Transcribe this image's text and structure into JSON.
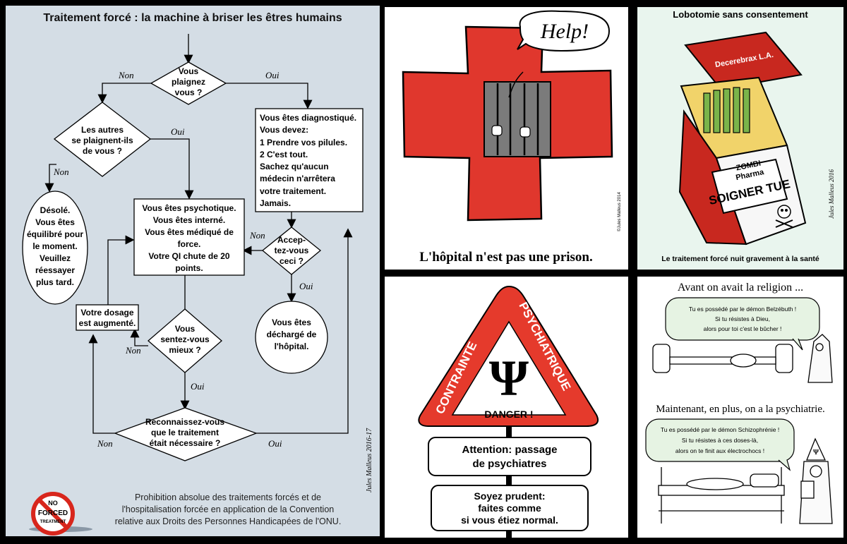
{
  "flowchart": {
    "title": "Traitement forcé : la machine à briser les êtres humains",
    "q1": [
      "Vous",
      "plaignez",
      "vous ?"
    ],
    "q2": [
      "Les autres",
      "se plaignent-ils",
      "de vous ?"
    ],
    "diagnosed": [
      "Vous êtes diagnostiqué.",
      "Vous devez:",
      "1 Prendre vos pilules.",
      "2 C'est tout.",
      "Sachez qu'aucun",
      "médecin n'arrêtera",
      "votre traitement.",
      "Jamais."
    ],
    "sorry": [
      "Désolé.",
      "Vous êtes",
      "équilibré pour",
      "le moment.",
      "Veuillez",
      "réessayer",
      "plus tard."
    ],
    "psychotic": [
      "Vous êtes psychotique.",
      "Vous êtes interné.",
      "Vous êtes médiqué de",
      "force.",
      "Votre QI chute de 20",
      "points."
    ],
    "accept": [
      "Accep-",
      "tez-vous",
      "ceci ?"
    ],
    "discharged": [
      "Vous êtes",
      "déchargé de",
      "l'hôpital."
    ],
    "dosage": [
      "Votre dosage",
      "est augmenté."
    ],
    "q_better": [
      "Vous",
      "sentez-vous",
      "mieux ?"
    ],
    "q_recognize": [
      "Reconnaissez-vous",
      "que le traitement",
      "était nécessaire ?"
    ],
    "label_non": "Non",
    "label_oui": "Oui",
    "signature": "Jules Malleus 2016-17",
    "footer": [
      "Prohibition absolue des traitements forcés et de",
      "l'hospitalisation forcée en application de la Convention",
      "relative aux Droits des Personnes Handicapées de l'ONU."
    ],
    "logo_text": [
      "NO",
      "FORCED",
      "TREATMENT"
    ]
  },
  "cross_panel": {
    "help_bubble": "Help!",
    "caption": "L'hôpital n'est pas une prison.",
    "signature": "©Jules Malleus 2014"
  },
  "cigarette_panel": {
    "title": "Lobotomie sans consentement",
    "brand": "Decerebrax L.A.",
    "maker": [
      "ZOMBI",
      "Pharma"
    ],
    "warning": "SOIGNER TUE",
    "caption": "Le traitement forcé nuit gravement à la santé",
    "signature": "Jules Malleus 2016"
  },
  "sign_panel": {
    "arc_left": "CONTRAINTE",
    "arc_right": "PSYCHIATRIQUE",
    "symbol": "Ψ",
    "danger": "DANGER !",
    "board1": [
      "Attention: passage",
      "de psychiatres"
    ],
    "board2": [
      "Soyez prudent:",
      "faites comme",
      "si vous étiez normal."
    ]
  },
  "religion_panel": {
    "heading1": "Avant on avait la religion ...",
    "bubble1": [
      "Tu es possédé par le démon Belzébuth !",
      "Si tu résistes à Dieu,",
      "alors pour toi c'est le bûcher !"
    ],
    "heading2": "Maintenant, en plus, on a la psychiatrie.",
    "bubble2": [
      "Tu es possédé par le démon Schizophrénie !",
      "Si tu résistes à ces doses-là,",
      "alors on te finit aux électrochocs !"
    ],
    "mitre_symbol": "Ψ"
  },
  "colors": {
    "cross_red": "#e0372d",
    "flow_bg": "#d4dde5",
    "cig_bg": "#e9f5ee",
    "sign_red": "#e53a2c"
  }
}
